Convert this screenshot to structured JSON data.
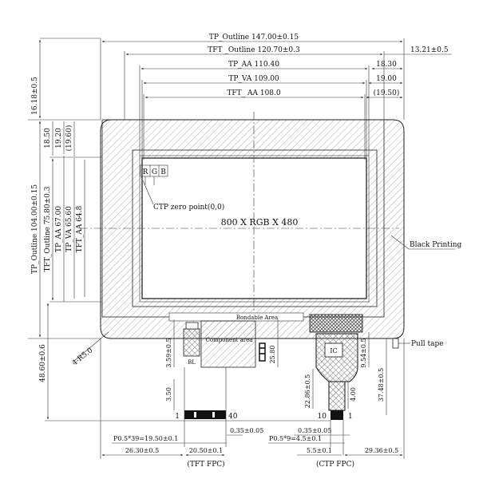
{
  "dims": {
    "tp_outline_w": "TP_Outline 147.00±0.15",
    "tft_outline_w": "TFT _Outline 120.70±0.3",
    "tp_aa_w": "TP_AA 110.40",
    "tp_va_w": "TP_VA 109.00",
    "tft_aa_w": "TFT_ AA 108.0",
    "r_13_21": "13.21±0.5",
    "r_18_30": "18.30",
    "r_19_00": "19.00",
    "r_19_50": "(19.50)",
    "v_16_18": "16.18±0.5",
    "v_18_50": "18.50",
    "v_19_20": "19.20",
    "v_19_60": "(19.60)",
    "tp_outline_h": "TP_Outline 104.00±0.15",
    "tft_outline_h": "TFT_Outline 75.80±0.3",
    "tp_aa_h": "TP_AA 67.00",
    "tp_va_h": "TP_VA 65.60",
    "tft_aa_h": "TFT_AA 64.8",
    "v_48_60": "48.60±0.6",
    "v_3_59": "3.59±0.5",
    "v_3_50": "3.50",
    "v_25_80": "25.80",
    "v_9_54": "9.54±0.5",
    "v_37_48": "37.48±0.5",
    "v_22_86": "22.86±0.5",
    "v_4_00": "4.00",
    "b_0_35a": "0.35±0.05",
    "b_0_35b": "0.35±0.05",
    "b_pitch_tft": "P0.5*39=19.50±0.1",
    "b_pitch_ctp": "P0.5*9=4.5±0.1",
    "b_26_30": "26.30±0.5",
    "b_20_50": "20.50±0.1",
    "b_5_5": "5.5±0.1",
    "b_29_36": "29.36±0.5",
    "radius": "4-R5.0"
  },
  "labels": {
    "resolution": "800 X RGB X 480",
    "ctp_zero": "CTP zero point(0,0)",
    "black_printing": "Black Printing",
    "pull_tape": "Pull tape",
    "bondable_area": "Bondable Area",
    "component_area": "Component area",
    "bl": "BL",
    "ic": "IC",
    "tft_fpc": "(TFT FPC)",
    "ctp_fpc": "(CTP FPC)",
    "pin_1_tft": "1",
    "pin_40": "40",
    "pin_10": "10",
    "pin_1_ctp": "1",
    "r": "R",
    "g": "G",
    "b": "B"
  }
}
